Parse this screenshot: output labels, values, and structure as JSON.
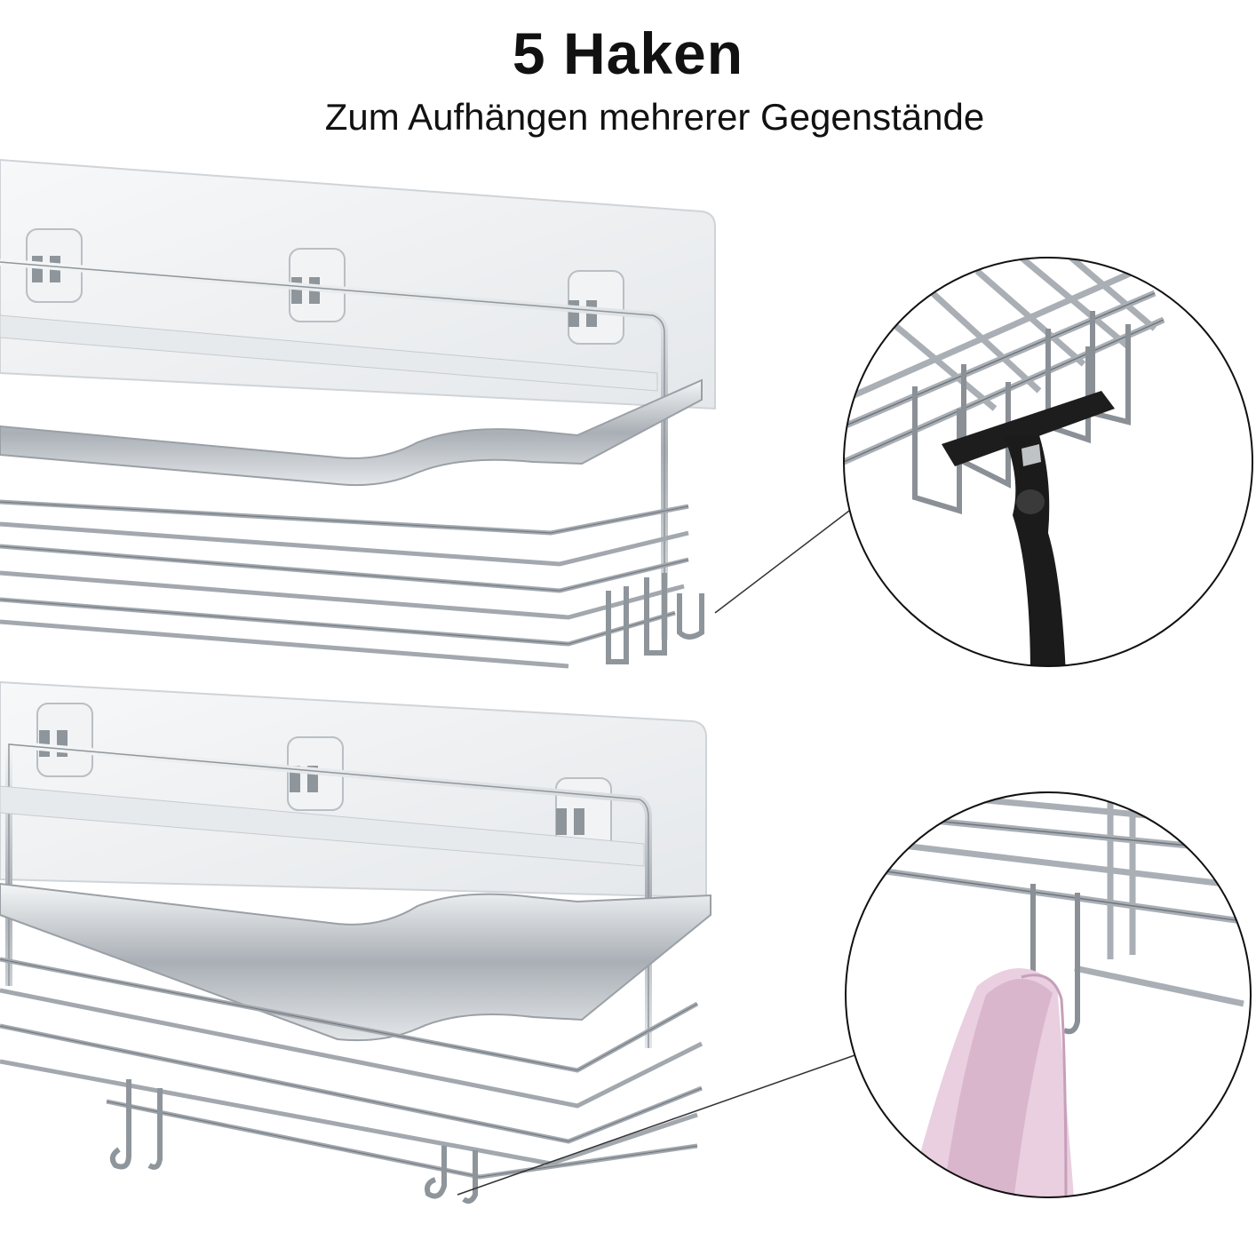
{
  "header": {
    "title": "5 Haken",
    "subtitle": "Zum Aufhängen mehrerer Gegenstände"
  },
  "colors": {
    "background": "#ffffff",
    "text": "#111111",
    "steel": "#9aa0a6",
    "steel_dark": "#5f656b",
    "adhesive_plate": "#eef1f3",
    "razor": "#1b1b1b",
    "towel": "#e6c9dc"
  },
  "icons": [
    "adhesive-plate",
    "wire-rack",
    "hook",
    "razor",
    "towel",
    "zoom-callout"
  ]
}
